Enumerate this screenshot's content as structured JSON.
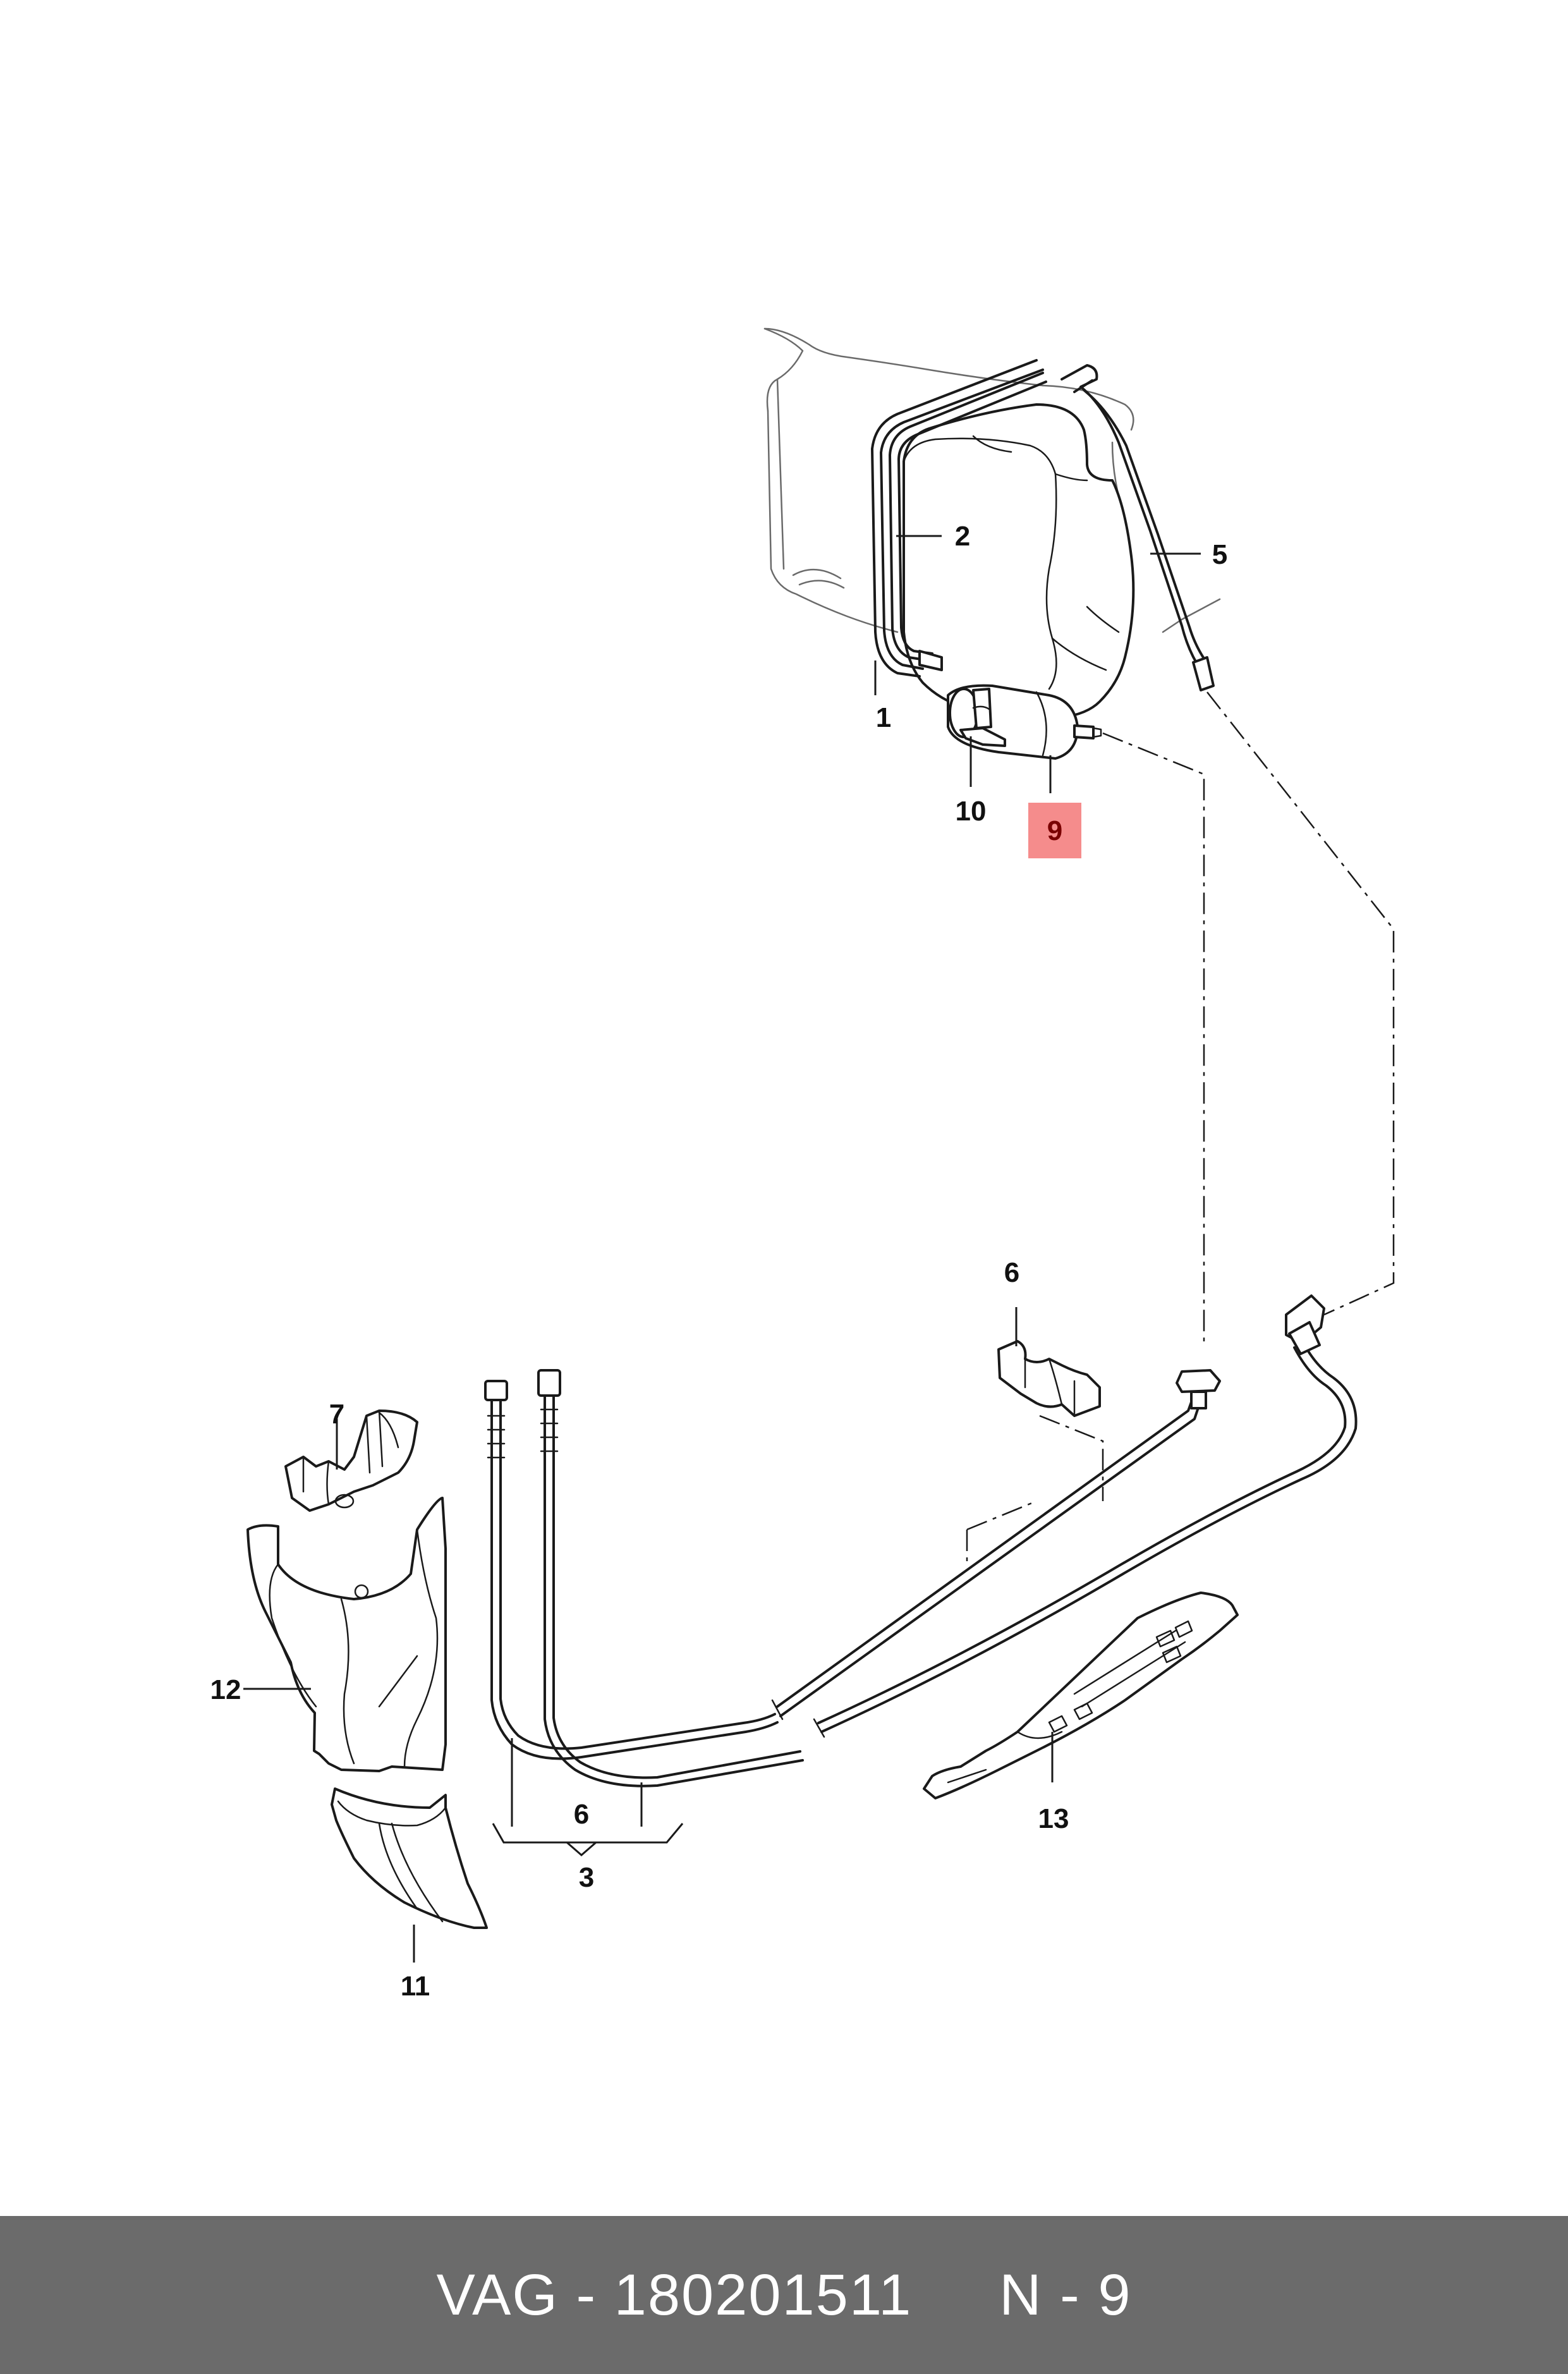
{
  "callouts": [
    {
      "id": "c1",
      "label": "1"
    },
    {
      "id": "c2",
      "label": "2"
    },
    {
      "id": "c5",
      "label": "5"
    },
    {
      "id": "c9",
      "label": "9"
    },
    {
      "id": "c10",
      "label": "10"
    },
    {
      "id": "c6a",
      "label": "6"
    },
    {
      "id": "c7",
      "label": "7"
    },
    {
      "id": "c12",
      "label": "12"
    },
    {
      "id": "c6b",
      "label": "6"
    },
    {
      "id": "c3",
      "label": "3"
    },
    {
      "id": "c11",
      "label": "11"
    },
    {
      "id": "c13",
      "label": "13"
    }
  ],
  "highlight": {
    "label": "9",
    "color": "#f58c8c"
  },
  "footer": {
    "text": "VAG - 180201511     N - 9",
    "background": "#6b6b6b",
    "text_color": "#ffffff"
  }
}
